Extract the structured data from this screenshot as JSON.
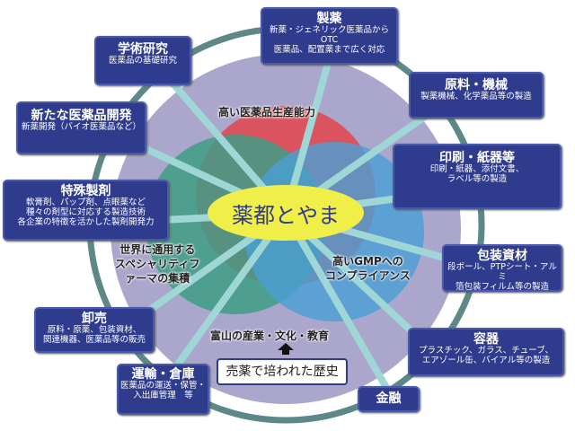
{
  "center": "薬都とやま",
  "boxes": [
    {
      "title": "製薬",
      "desc": "新薬・ジェネリック医薬品からOTC\n医薬品、配置薬まで広く対応"
    },
    {
      "title": "学術研究",
      "desc": "医薬品の基礎研究"
    },
    {
      "title": "原料・機械",
      "desc": "製薬機械、化学薬品等の製造"
    },
    {
      "title": "新たな医薬品開発",
      "desc": "新薬開発（バイオ医薬品など）"
    },
    {
      "title": "印刷・紙器等",
      "desc": "印刷・紙器、添付文書、\nラベル等の製造"
    },
    {
      "title": "特殊製剤",
      "desc": "軟膏剤、パップ剤、点眼薬など\n種々の剤型に対応する製造技術\n各企業の特徴を活かした製剤開発力"
    },
    {
      "title": "包装資材",
      "desc": "段ボール、PTPシート・アルミ\n箔包装フィルム等の製造"
    },
    {
      "title": "卸売",
      "desc": "原料・原薬、包装資材、\n関連機器、医薬品等の販売"
    },
    {
      "title": "容器",
      "desc": "プラスチック、ガラス、チューブ、\nエアゾール缶、バイアル等の製造"
    },
    {
      "title": "運輸・倉庫",
      "desc": "医薬品の運送・保管・\n入出庫管理　等"
    },
    {
      "title": "金融",
      "desc": ""
    }
  ],
  "labels": {
    "production": "高い医薬品生産能力",
    "specialty": "世界に通用する\nスペシャリティフ\nァーマの集積",
    "gmp": "高いGMPへの\nコンプライアンス",
    "culture": "富山の産業・文化・教育"
  },
  "history": "売薬で培われた歴史",
  "colors": {
    "navy": "#2f3b8c",
    "lavender": "#aaa6cc",
    "red": "#d9545e",
    "green": "#3f9e86",
    "blue": "#4a9fd4",
    "yellow": "#f0ee48",
    "ring": "#5e8888",
    "spoke": "#9fd6d6"
  }
}
